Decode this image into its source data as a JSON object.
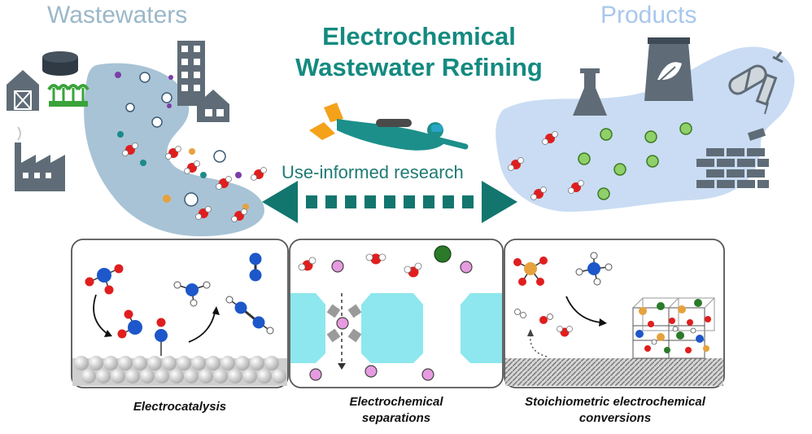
{
  "header": {
    "left_label": "Wastewaters",
    "right_label": "Products",
    "title_line1": "Electrochemical",
    "title_line2": "Wastewater Refining"
  },
  "arrow": {
    "label": "Use-informed research"
  },
  "panels": [
    {
      "caption_line1": "Electrocatalysis",
      "caption_line2": ""
    },
    {
      "caption_line1": "Electrochemical",
      "caption_line2": "separations"
    },
    {
      "caption_line1": "Stoichiometric electrochemical",
      "caption_line2": "conversions"
    }
  ],
  "colors": {
    "title": "#148a80",
    "wastewater_pool": "#a8c3d6",
    "product_pool": "#c9dcf3",
    "arrow": "#12766f",
    "icon_gray": "#5f6c77",
    "membrane": "#8ee7ee",
    "oxygen": "#e01e1e",
    "nitrogen": "#1d57c9",
    "pink_ion": "#e69be0",
    "green_ion": "#8fd06a",
    "metal": "#e6a23c"
  }
}
